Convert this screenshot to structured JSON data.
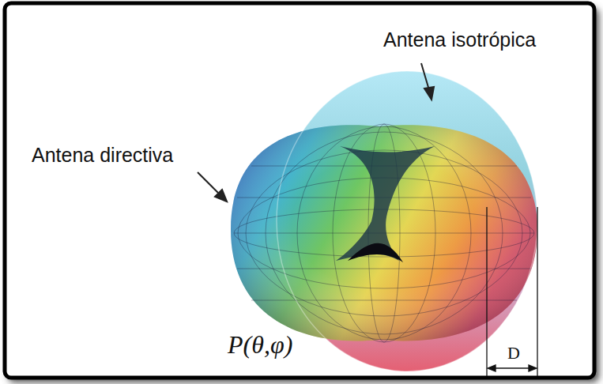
{
  "diagram": {
    "labels": [
      "Antena isotrópica",
      "Antena directiva",
      "D",
      "P(θ,φ)"
    ]
  }
}
